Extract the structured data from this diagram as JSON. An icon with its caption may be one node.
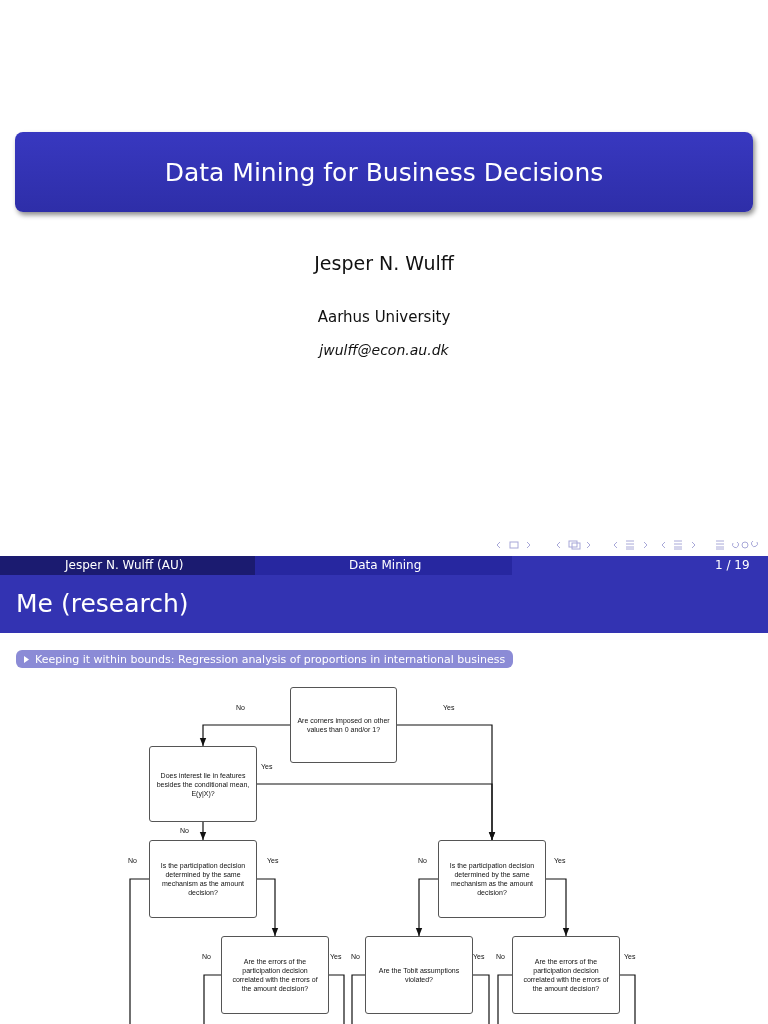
{
  "diagram": {
    "title": "Data Mining for Business Decisions",
    "nodes": [
      {
        "text": [
          "Are corners imposed on other values than 0 and/or 1?"
        ]
      },
      {
        "text": [
          "Does interest lie in features besides the conditional mean, E(y|X)?"
        ]
      },
      {
        "text": [
          "Is the participation decision determined by the same mechanism as the amount decision?"
        ]
      },
      {
        "text": [
          "Is the participation decision determined by the same mechanism as the amount decision?"
        ]
      },
      {
        "text": [
          "Are the errors of the participation decision correlated with the errors of the amount decision?"
        ]
      },
      {
        "text": [
          "Are the Tobit assumptions violated?"
        ]
      },
      {
        "text": [
          "Are the errors of the participation decision correlated with the errors of the amount decision?"
        ]
      }
    ],
    "edges": [
      {
        "from": 0,
        "to": 1,
        "arrow": "to",
        "label": "No"
      },
      {
        "from": 0,
        "to": 3,
        "arrow": "to",
        "label": "Yes"
      },
      {
        "from": 1,
        "to": 3,
        "arrow": "to",
        "label": "Yes"
      },
      {
        "from": 1,
        "to": 2,
        "arrow": "to",
        "label": "No"
      },
      {
        "from": 2,
        "to": null,
        "arrow": "none",
        "label": "No"
      },
      {
        "from": 2,
        "to": 4,
        "arrow": "to",
        "label": "Yes"
      },
      {
        "from": 3,
        "to": 5,
        "arrow": "to",
        "label": "No"
      },
      {
        "from": 3,
        "to": 6,
        "arrow": "to",
        "label": "Yes"
      },
      {
        "from": 4,
        "to": null,
        "arrow": "none",
        "label": "No"
      },
      {
        "from": 4,
        "to": null,
        "arrow": "none",
        "label": "Yes"
      },
      {
        "from": 5,
        "to": null,
        "arrow": "none",
        "label": "No"
      },
      {
        "from": 5,
        "to": null,
        "arrow": "none",
        "label": "Yes"
      },
      {
        "from": 6,
        "to": null,
        "arrow": "none",
        "label": "No"
      },
      {
        "from": 6,
        "to": null,
        "arrow": "none",
        "label": "Yes"
      }
    ],
    "labels": [
      "Jesper N. Wulff",
      "Aarhus University",
      "jwulff@econ.au.dk",
      "Jesper N. Wulff (AU)",
      "Data Mining",
      "1 / 19",
      "Me (research)",
      "Keeping it within bounds: Regression analysis of proportions in international business"
    ]
  }
}
